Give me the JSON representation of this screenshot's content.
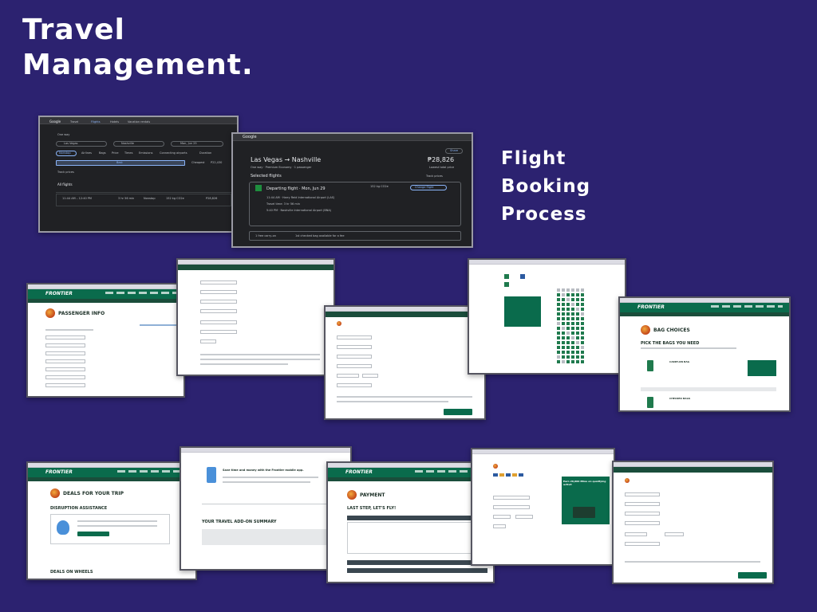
{
  "headline": {
    "line1": "Travel",
    "line2": "Management."
  },
  "section_label": {
    "line1": "Flight",
    "line2": "Booking",
    "line3": "Process"
  },
  "google_search": {
    "brand": "Google",
    "tabs": [
      "Travel",
      "Flights",
      "Hotels",
      "Vacation rentals"
    ],
    "trip_type": "One way",
    "origin": "Las Vegas",
    "destination": "Nashville",
    "date": "Mon, Jun 25",
    "filter_chip": "Nonstop",
    "filters": [
      "Airlines",
      "Bags",
      "Price",
      "Times",
      "Emissions",
      "Connecting airports",
      "Duration"
    ],
    "sort_best": "Best",
    "sort_cheapest": "Cheapest",
    "cheapest_price": "P22,430",
    "track_label": "Track prices",
    "all_flights": "All flights",
    "flight_time": "11:44 AM – 12:40 PM",
    "flight_duration": "3 hr 56 min",
    "flight_stops": "Nonstop",
    "flight_emissions": "152 kg CO2e",
    "flight_price": "P28,826"
  },
  "google_detail": {
    "brand": "Google",
    "route": "Las Vegas → Nashville",
    "price": "₱28,826",
    "share": "Share",
    "trip_meta": "One way · Premium Economy · 1 passenger",
    "lowest": "Lowest total price",
    "selected": "Selected flights",
    "track": "Track prices",
    "departing": "Departing flight · Mon, Jun 29",
    "emissions": "152 kg CO2e",
    "change": "Change flight",
    "depart_time": "11:44 AM · Harry Reid International Airport (LAS)",
    "travel_time": "Travel time: 3 hr 56 min",
    "arrive_time": "5:40 PM · Nashville International Airport (BNA)",
    "carry_on": "1 free carry-on",
    "checked_bag": "1st checked bag available for a fee"
  },
  "frontier": {
    "logo": "FRONTIER",
    "passenger_info": "PASSENGER INFO",
    "bag_choices": "BAG CHOICES",
    "pick_bags": "PICK THE BAGS YOU NEED",
    "carry_on_bag": "CARRY-ON BAG",
    "checked_bags": "CHECKED BAGS",
    "deals": "DEALS FOR YOUR TRIP",
    "disruption": "DISRUPTION ASSISTANCE",
    "deals_wheels": "DEALS ON WHEELS",
    "addon_summary": "YOUR TRAVEL ADD-ON SUMMARY",
    "app_promo": "Save time and money with the Frontier mobile app.",
    "payment": "PAYMENT",
    "last_step": "LAST STEP, LET'S FLY!",
    "miles_promo": "Earn 20,000 Miles on qualifying activit"
  },
  "colors": {
    "background": "#2c2270",
    "frontier_green": "#0a6b4c",
    "dark_ui": "#202124"
  }
}
